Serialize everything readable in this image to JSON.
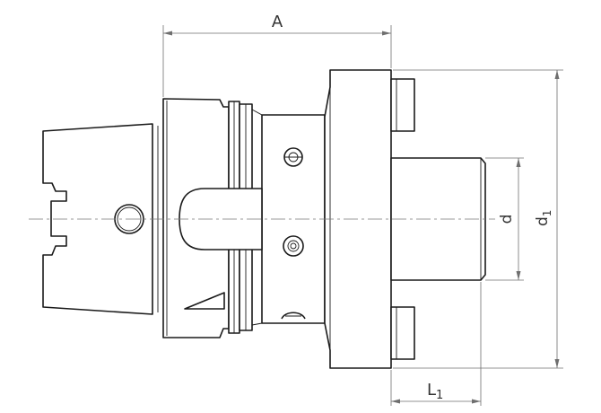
{
  "labels": {
    "a": "A",
    "d": "d",
    "d1_main": "d",
    "d1_sub": "1",
    "l1_main": "L",
    "l1_sub": "1"
  }
}
